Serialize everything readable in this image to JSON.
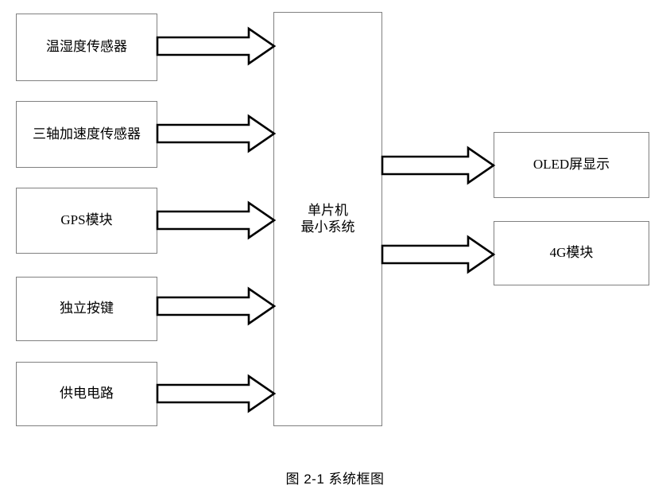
{
  "diagram": {
    "title_caption": "图 2-1 系统框图",
    "nodes": {
      "temp_humidity_sensor": "温湿度传感器",
      "triaxial_accel_sensor": "三轴加速度传感器",
      "gps_module": "GPS模块",
      "independent_keys": "独立按键",
      "power_circuit": "供电电路",
      "mcu_min_system": "单片机\n最小系统",
      "oled_display": "OLED屏显示",
      "module_4g": "4G模块"
    },
    "colors": {
      "box_border": "#808080",
      "arrow_stroke": "#000000",
      "arrow_fill": "#ffffff",
      "background": "#ffffff",
      "text": "#000000"
    },
    "edges": [
      {
        "name": "temp-humidity-to-mcu",
        "from": "temp_humidity_sensor",
        "to": "mcu_min_system",
        "direction": "right"
      },
      {
        "name": "accel-to-mcu",
        "from": "triaxial_accel_sensor",
        "to": "mcu_min_system",
        "direction": "right"
      },
      {
        "name": "gps-to-mcu",
        "from": "gps_module",
        "to": "mcu_min_system",
        "direction": "right"
      },
      {
        "name": "keys-to-mcu",
        "from": "independent_keys",
        "to": "mcu_min_system",
        "direction": "right"
      },
      {
        "name": "power-to-mcu",
        "from": "power_circuit",
        "to": "mcu_min_system",
        "direction": "right"
      },
      {
        "name": "mcu-to-oled",
        "from": "mcu_min_system",
        "to": "oled_display",
        "direction": "right"
      },
      {
        "name": "mcu-to-4g",
        "from": "mcu_min_system",
        "to": "module_4g",
        "direction": "right"
      }
    ]
  }
}
